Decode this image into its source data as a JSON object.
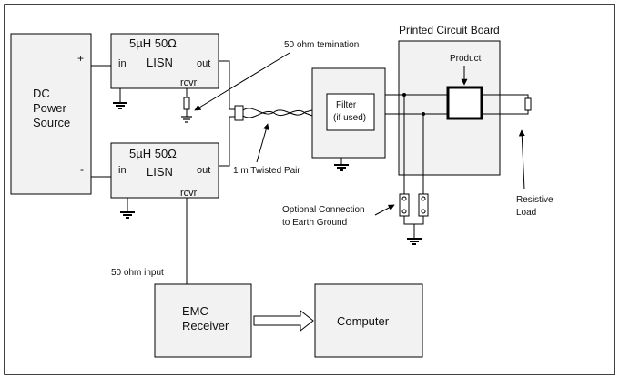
{
  "dc_source": {
    "line1": "DC",
    "line2": "Power",
    "line3": "Source",
    "plus": "+",
    "minus": "-"
  },
  "lisn_top": {
    "spec": "5µH  50Ω",
    "name": "LISN",
    "in": "in",
    "out": "out",
    "rcvr": "rcvr"
  },
  "lisn_bottom": {
    "spec": "5µH  50Ω",
    "name": "LISN",
    "in": "in",
    "out": "out",
    "rcvr": "rcvr"
  },
  "termination_label": "50 ohm temination",
  "twisted_pair_label": "1 m Twisted Pair",
  "filter": {
    "line1": "Filter",
    "line2": "(if used)"
  },
  "pcb": {
    "title": "Printed Circuit Board",
    "product": "Product"
  },
  "optional_connection": {
    "line1": "Optional Connection",
    "line2": "to Earth Ground"
  },
  "resistive_load": {
    "line1": "Resistive",
    "line2": "Load"
  },
  "input_label": "50 ohm input",
  "emc_receiver": {
    "line1": "EMC",
    "line2": "Receiver"
  },
  "computer": "Computer"
}
